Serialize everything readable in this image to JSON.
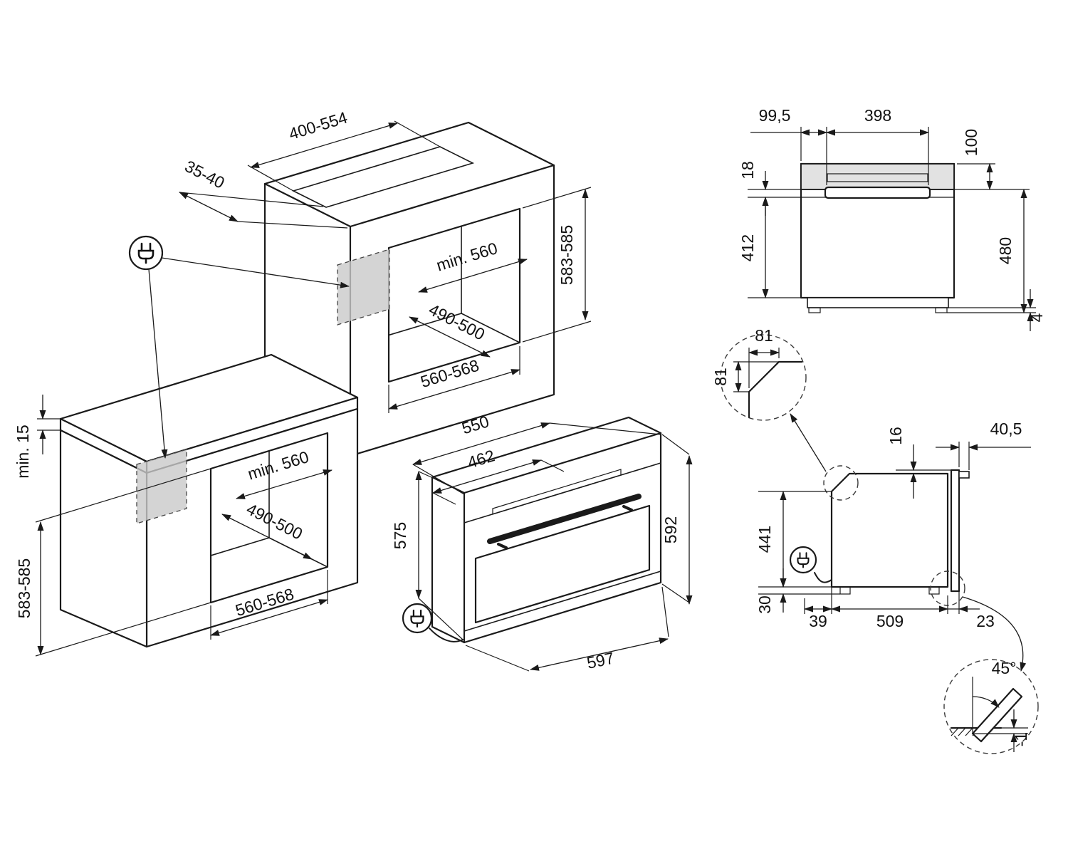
{
  "figure": {
    "type": "built-in oven installation diagram",
    "line_color": "#1a1a1a",
    "zone_color": "#c9c9c9"
  },
  "labels": {
    "tall": {
      "recess_width": "400-554",
      "recess_offset": "35-40",
      "niche_min_width": "min. 560",
      "niche_floor_depth": "490-500",
      "niche_height": "583-585",
      "niche_width": "560-568"
    },
    "base": {
      "worktop_min": "min. 15",
      "niche_height": "583-585",
      "niche_min_width": "min. 560",
      "niche_floor_depth": "490-500",
      "niche_width": "560-568"
    },
    "oven": {
      "depth_total": "550",
      "depth_body": "462",
      "height_front": "575",
      "height_total": "592",
      "width": "597"
    },
    "front": {
      "handle_offset": "99,5",
      "handle_length": "398",
      "top_to_handle": "100",
      "trim_height": "18",
      "door_height": "412",
      "body_height": "480",
      "base_step": "4"
    },
    "side": {
      "top_clearance": "16",
      "handle_depth": "40,5",
      "rear_height": "441",
      "plinth_height": "30",
      "rear_clearance": "39",
      "body_depth": "509",
      "front_clearance": "23"
    },
    "chamfer_detail": {
      "width": "81",
      "height": "81"
    },
    "door_detail": {
      "angle": "45°",
      "floor_overlap": "-1"
    }
  }
}
